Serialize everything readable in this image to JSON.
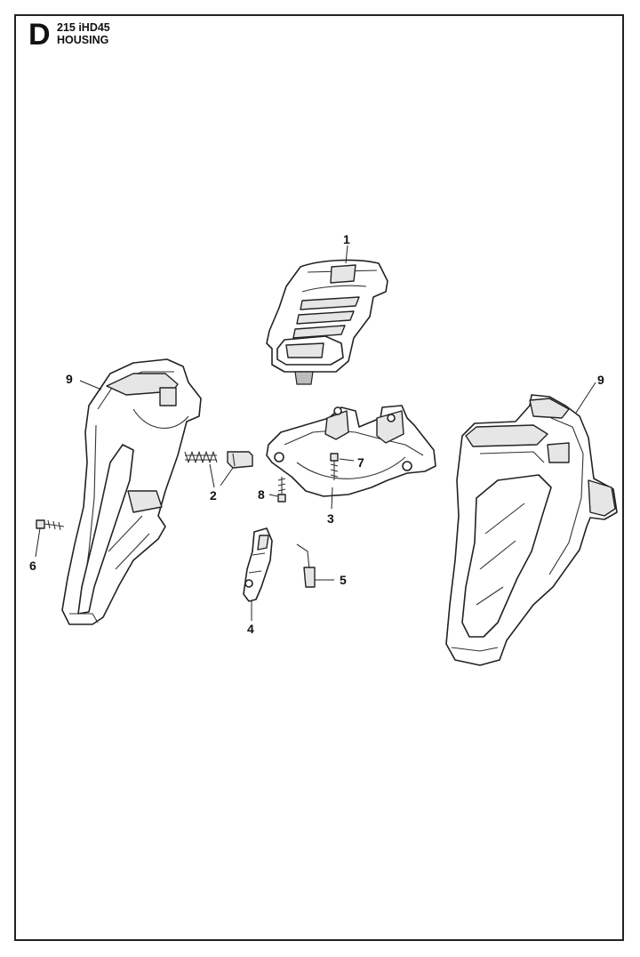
{
  "header": {
    "section_letter": "D",
    "model": "215 iHD45",
    "title": "HOUSING"
  },
  "callouts": {
    "c1": "1",
    "c2": "2",
    "c3": "3",
    "c4": "4",
    "c5": "5",
    "c6": "6",
    "c7": "7",
    "c8": "8",
    "c9_left": "9",
    "c9_right": "9"
  },
  "colors": {
    "line": "#222222",
    "fill": "#ffffff",
    "shade": "#e6e6e6"
  }
}
